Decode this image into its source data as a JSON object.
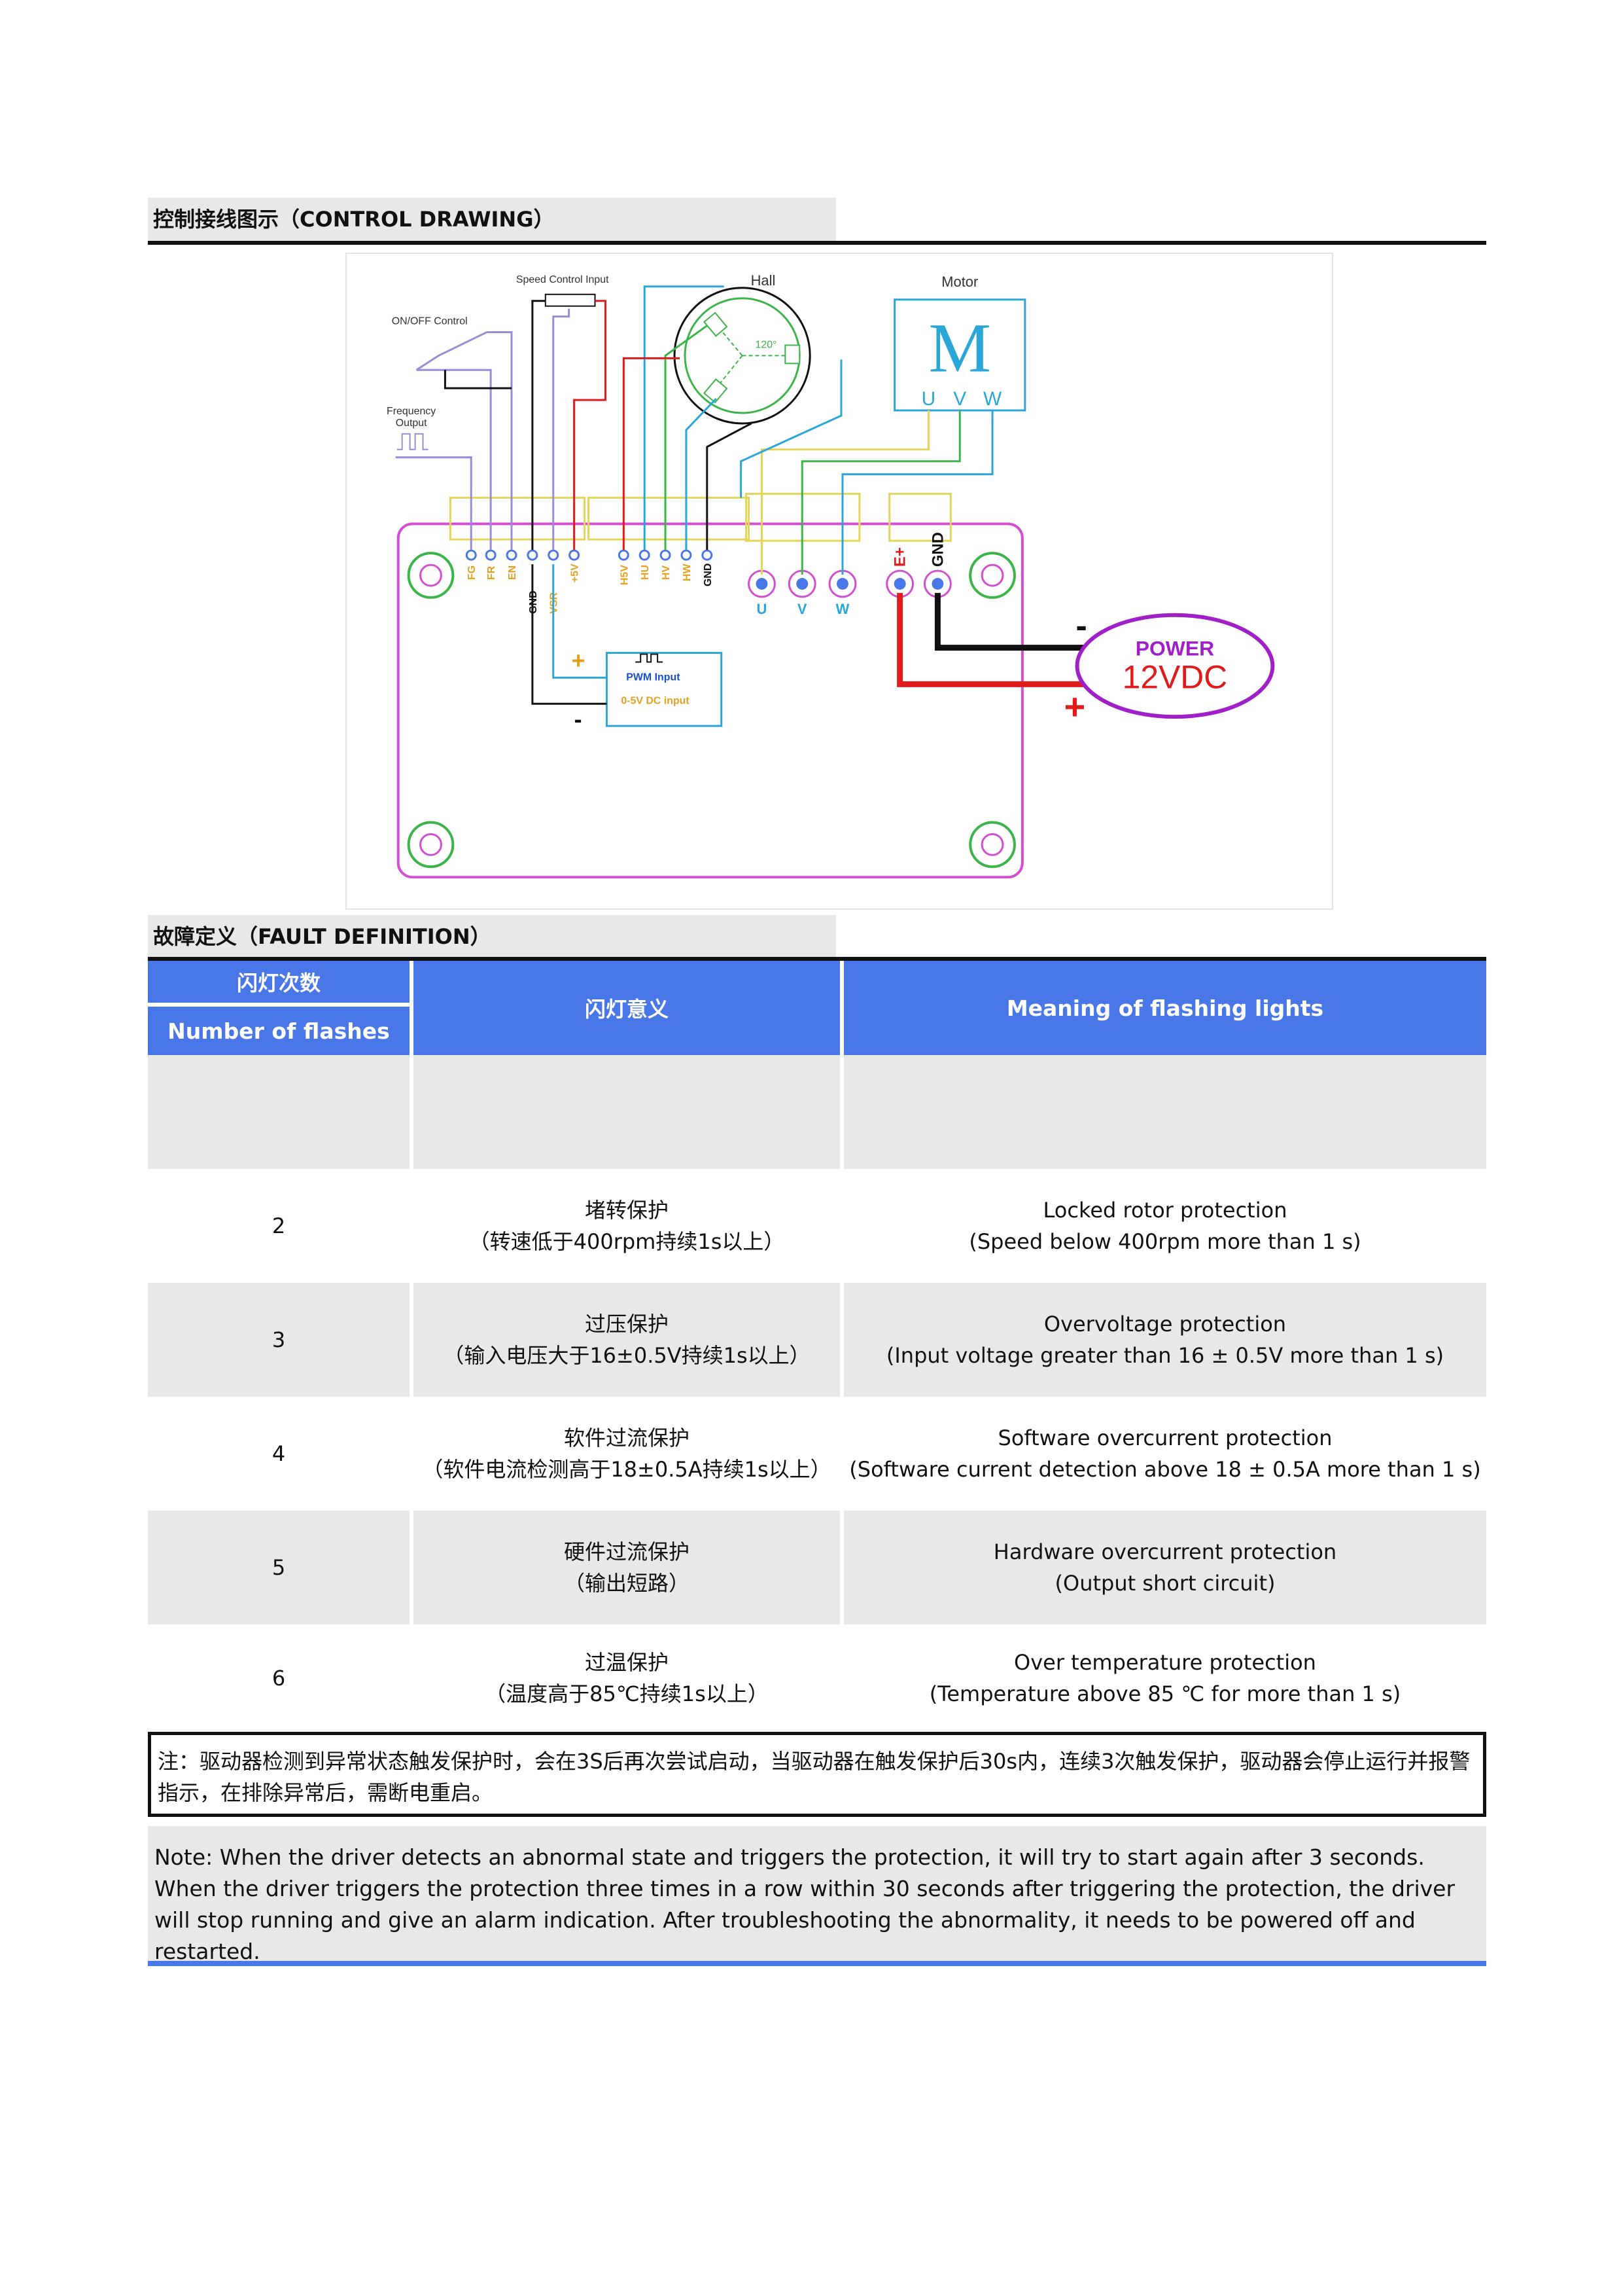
{
  "control_section": {
    "title": "控制接线图示（CONTROL DRAWING）"
  },
  "diagram": {
    "speed_control_label": "Speed Control Input",
    "hall_label": "Hall",
    "motor_label": "Motor",
    "motor_letter": "M",
    "motor_phase_u": "U",
    "motor_phase_v": "V",
    "motor_phase_w": "W",
    "onoff_label": "ON/OFF Control",
    "freq_label_1": "Frequency",
    "freq_label_2": "Output",
    "angle_label": "120°",
    "pins": {
      "fg": "FG",
      "fr": "FR",
      "en": "EN",
      "gnd1": "GND",
      "vsr": "VSR",
      "p5v": "+5V",
      "h5v": "H5V",
      "hu": "HU",
      "hv": "HV",
      "hw": "HW",
      "gnd2": "GND",
      "u": "U",
      "v": "V",
      "w": "W",
      "eplus": "E+",
      "gnd3": "GND"
    },
    "pwm_label": "PWM Input",
    "dc_label": "0-5V DC input",
    "plus_sign": "+",
    "minus_sign": "-",
    "power_label": "POWER",
    "power_voltage": "12VDC",
    "colors": {
      "magenta": "#d24fd2",
      "yellow": "#e6d55a",
      "green": "#3bb54a",
      "red": "#e01b1b",
      "blue": "#4a77e8",
      "purple": "#a020c8",
      "cyan": "#2aa6d8"
    }
  },
  "fault_section": {
    "title": "故障定义（FAULT DEFINITION）"
  },
  "table": {
    "header": {
      "col1_cn": "闪灯次数",
      "col1_en": "Number of flashes",
      "col2": "闪灯意义",
      "col3": "Meaning of flashing lights"
    },
    "rows": [
      {
        "count": "2",
        "cn_title": "堵转保护",
        "cn_detail": "（转速低于400rpm持续1s以上）",
        "en_title": "Locked rotor protection",
        "en_detail": "(Speed below 400rpm more than 1 s)"
      },
      {
        "count": "3",
        "cn_title": "过压保护",
        "cn_detail": "（输入电压大于16±0.5V持续1s以上）",
        "en_title": "Overvoltage protection",
        "en_detail": "(Input voltage greater than 16 ± 0.5V more than 1 s)"
      },
      {
        "count": "4",
        "cn_title": "软件过流保护",
        "cn_detail": "（软件电流检测高于18±0.5A持续1s以上）",
        "en_title": "Software overcurrent protection",
        "en_detail": "(Software current detection above 18 ± 0.5A more than 1 s)"
      },
      {
        "count": "5",
        "cn_title": "硬件过流保护",
        "cn_detail": "（输出短路）",
        "en_title": "Hardware overcurrent protection",
        "en_detail": "(Output short circuit)"
      },
      {
        "count": "6",
        "cn_title": "过温保护",
        "cn_detail": "（温度高于85℃持续1s以上）",
        "en_title": "Over temperature protection",
        "en_detail": "(Temperature above 85 ℃ for more than 1 s)"
      }
    ]
  },
  "notes": {
    "cn": "注：驱动器检测到异常状态触发保护时，会在3S后再次尝试启动，当驱动器在触发保护后30s内，连续3次触发保护，驱动器会停止运行并报警指示，在排除异常后，需断电重启。",
    "en": "Note: When the driver detects an abnormal state and triggers the protection, it will try to start again after 3 seconds. When the driver triggers the protection three times in a row within 30 seconds after triggering the protection, the driver will stop running and give an alarm indication. After troubleshooting the abnormality, it needs to be powered off and restarted."
  }
}
